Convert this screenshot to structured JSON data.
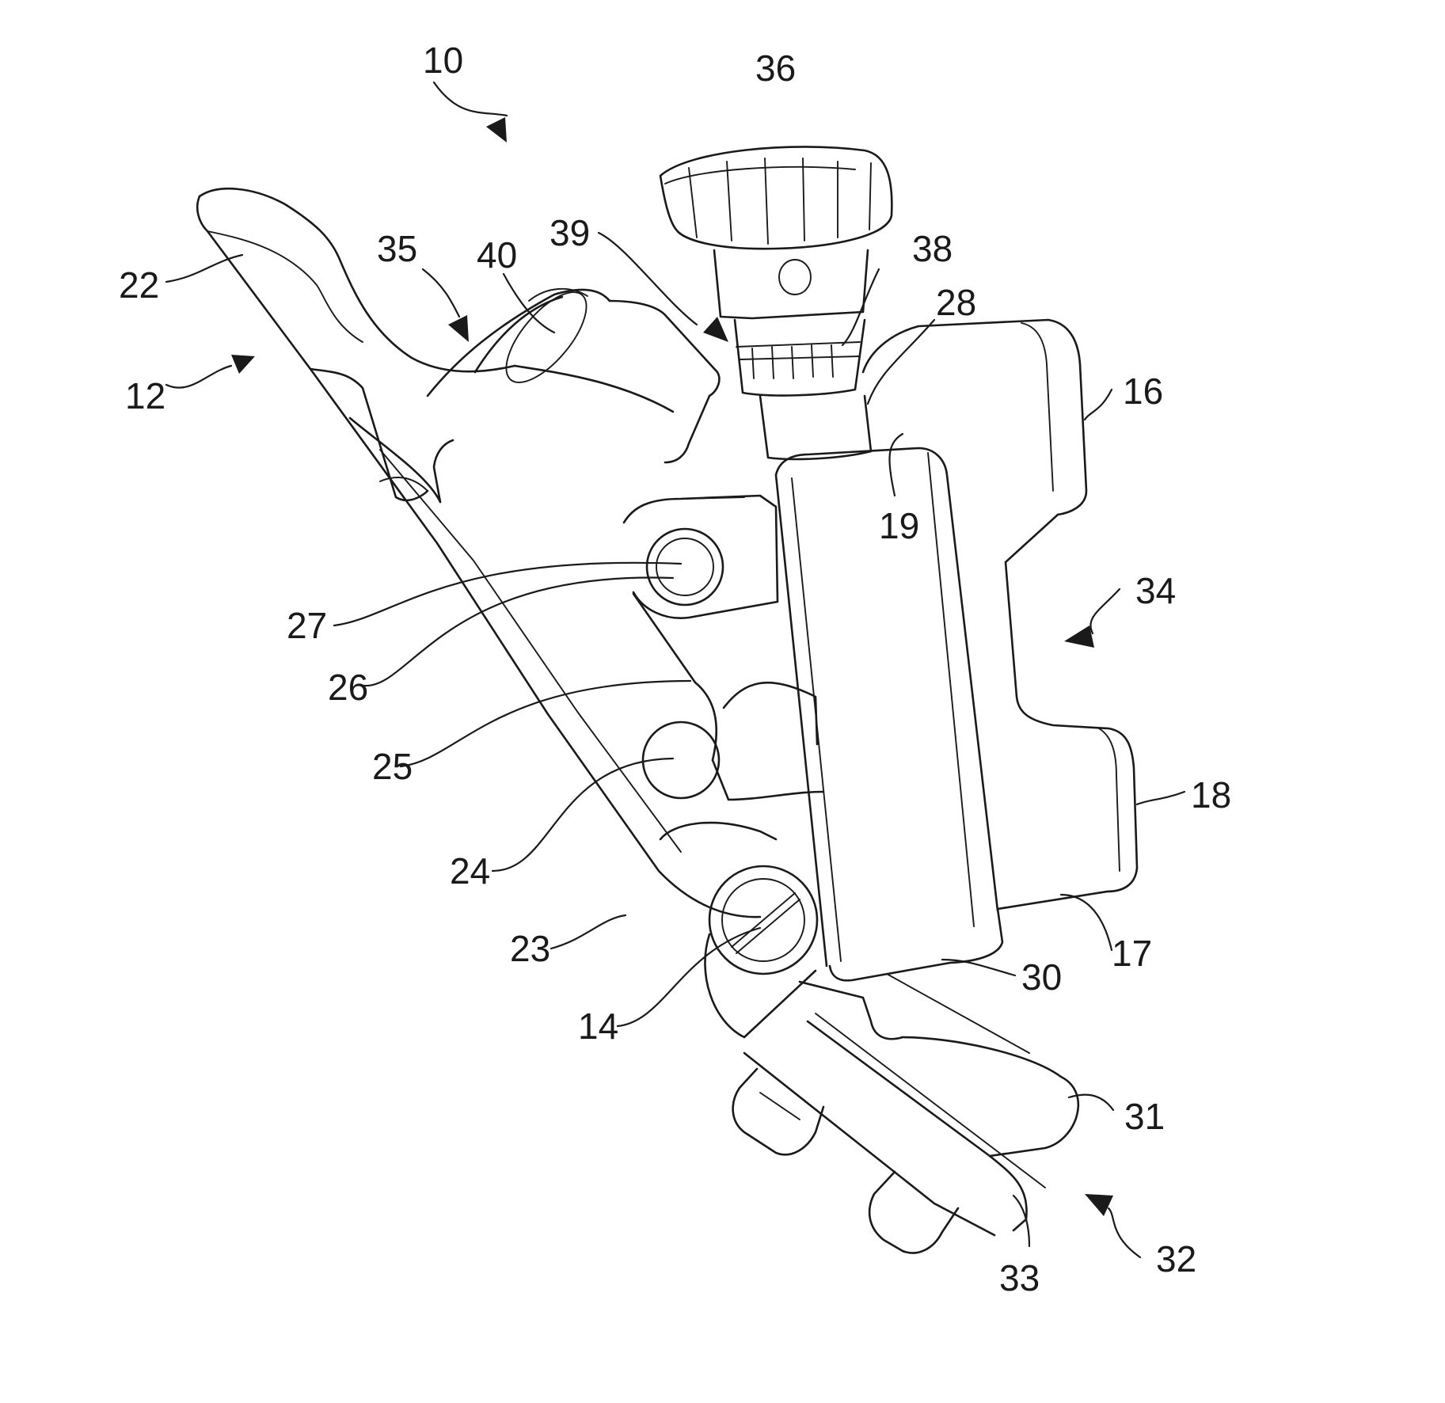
{
  "labels": {
    "l10": "10",
    "l12": "12",
    "l14": "14",
    "l16": "16",
    "l17": "17",
    "l18": "18",
    "l19": "19",
    "l22": "22",
    "l23": "23",
    "l24": "24",
    "l25": "25",
    "l26": "26",
    "l27": "27",
    "l28": "28",
    "l30": "30",
    "l31": "31",
    "l32": "32",
    "l33": "33",
    "l34": "34",
    "l35": "35",
    "l36": "36",
    "l38": "38",
    "l39": "39",
    "l40": "40"
  }
}
